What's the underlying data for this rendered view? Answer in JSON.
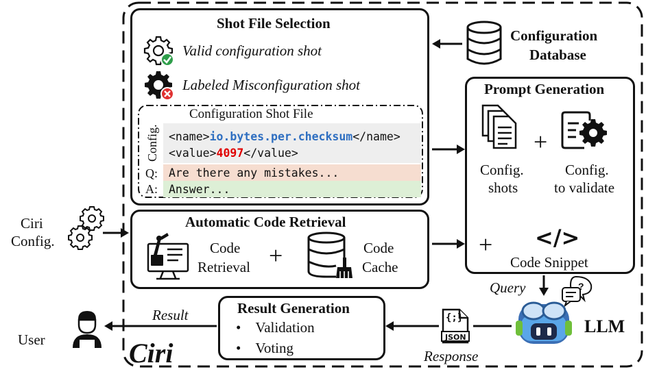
{
  "system_name": "Ciri",
  "shot_selection": {
    "title": "Shot File Selection",
    "valid_label": "Valid configuration shot",
    "misconfig_label": "Labeled Misconfiguration shot",
    "shot_file": {
      "title": "Configuration Shot File",
      "config_label": "Config.",
      "q_label": "Q:",
      "a_label": "A:",
      "name_open": "<name>",
      "name_value": "io.bytes.per.checksum",
      "name_close": "</name>",
      "value_open": "<value>",
      "value_value": "4097",
      "value_close": "</value>",
      "question": "Are there any mistakes...",
      "answer": "Answer..."
    }
  },
  "config_db": {
    "line1": "Configuration",
    "line2": "Database"
  },
  "prompt_generation": {
    "title": "Prompt Generation",
    "plus": "+",
    "config_shots": {
      "line1": "Config.",
      "line2": "shots"
    },
    "config_validate": {
      "line1": "Config.",
      "line2": "to validate"
    },
    "code_snippet_plus": "+",
    "code_snippet_symbol": "</>",
    "code_snippet": "Code Snippet"
  },
  "ciri_config": {
    "line1": "Ciri",
    "line2": "Config."
  },
  "code_retrieval": {
    "title": "Automatic Code Retrieval",
    "plus": "+",
    "retrieval": {
      "line1": "Code",
      "line2": "Retrieval"
    },
    "cache": {
      "line1": "Code",
      "line2": "Cache"
    }
  },
  "result_generation": {
    "title": "Result Generation",
    "bullets": [
      "Validation",
      "Voting"
    ]
  },
  "query_label": "Query",
  "response_label": "Response",
  "json_label": "JSON",
  "json_symbol": "{;}",
  "result_label": "Result",
  "llm_label": "LLM",
  "user_label": "User",
  "colors": {
    "valid_green": "#2e9e4a",
    "error_red": "#e03131",
    "code_blue": "#2f6fc1",
    "code_red": "#e00000",
    "question_bg": "#f6ddd0",
    "answer_bg": "#ddefd6",
    "config_bg": "#eeeeee",
    "llm_blue": "#5aa6e8"
  }
}
